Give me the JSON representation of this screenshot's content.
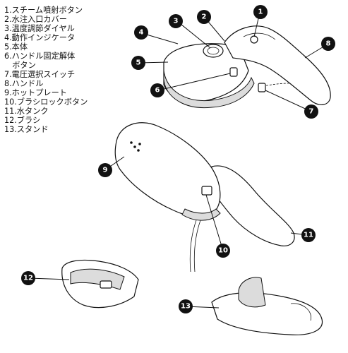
{
  "parts": [
    {
      "number": "1",
      "label": "1.スチーム噴射ボタン"
    },
    {
      "number": "2",
      "label": "2.水注入口カバー"
    },
    {
      "number": "3",
      "label": "3.温度調節ダイヤル"
    },
    {
      "number": "4",
      "label": "4.動作インジケータ"
    },
    {
      "number": "5",
      "label": "5.本体"
    },
    {
      "number": "6",
      "label": "6.ハンドル固定解体"
    },
    {
      "number": "",
      "label": "　ボタン"
    },
    {
      "number": "7",
      "label": "7.電圧選択スイッチ"
    },
    {
      "number": "8",
      "label": "8.ハンドル"
    },
    {
      "number": "9",
      "label": "9.ホットプレート"
    },
    {
      "number": "10",
      "label": "10.ブラシロックボタン"
    },
    {
      "number": "11",
      "label": "11.水タンク"
    },
    {
      "number": "12",
      "label": "12.ブラシ"
    },
    {
      "number": "13",
      "label": "13.スタンド"
    }
  ],
  "callouts": {
    "c1": "1",
    "c2": "2",
    "c3": "3",
    "c4": "4",
    "c5": "5",
    "c6": "6",
    "c7": "7",
    "c8": "8",
    "c9": "9",
    "c10": "10",
    "c11": "11",
    "c12": "12",
    "c13": "13"
  }
}
